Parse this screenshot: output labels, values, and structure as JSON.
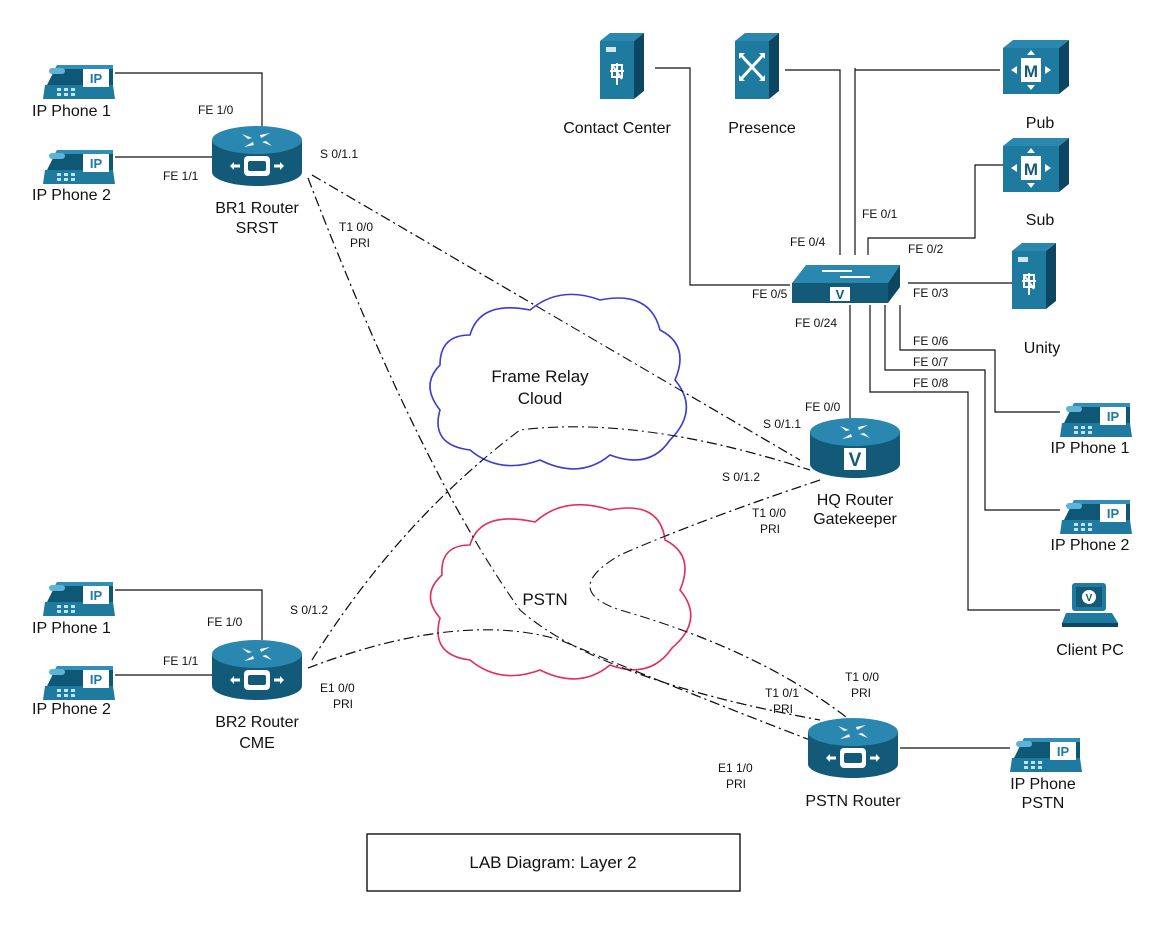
{
  "diagram": {
    "caption": "LAB Diagram: Layer 2",
    "colors": {
      "device": "#1f7aa0",
      "device_dark": "#135a78",
      "frame_relay_outline": "#3b3bd6",
      "pstn_outline": "#e0305a",
      "line": "#111111"
    },
    "clouds": {
      "frame_relay": {
        "line1": "Frame Relay",
        "line2": "Cloud"
      },
      "pstn": {
        "line1": "PSTN"
      }
    },
    "devices": {
      "br1": {
        "line1": "BR1 Router",
        "line2": "SRST",
        "icon": "srst-router-icon"
      },
      "br2": {
        "line1": "BR2 Router",
        "line2": "CME",
        "icon": "cme-router-icon"
      },
      "hq": {
        "line1": "HQ Router",
        "line2": "Gatekeeper",
        "icon": "voice-router-icon"
      },
      "pstn": {
        "line1": "PSTN Router",
        "icon": "srst-router-icon"
      },
      "switch": {
        "icon": "voice-switch-icon"
      },
      "contact_center": {
        "line1": "Contact Center",
        "icon": "server-icon"
      },
      "presence": {
        "line1": "Presence",
        "icon": "presence-server-icon"
      },
      "pub": {
        "line1": "Pub",
        "icon": "callmanager-icon"
      },
      "sub": {
        "line1": "Sub",
        "icon": "callmanager-icon"
      },
      "unity": {
        "line1": "Unity",
        "icon": "server-icon"
      },
      "client_pc": {
        "line1": "Client PC",
        "icon": "pc-icon"
      },
      "br1_phone1": {
        "line1": "IP Phone 1",
        "icon": "ip-phone-icon"
      },
      "br1_phone2": {
        "line1": "IP Phone 2",
        "icon": "ip-phone-icon"
      },
      "br2_phone1": {
        "line1": "IP Phone 1",
        "icon": "ip-phone-icon"
      },
      "br2_phone2": {
        "line1": "IP Phone 2",
        "icon": "ip-phone-icon"
      },
      "hq_phone1": {
        "line1": "IP Phone 1",
        "icon": "ip-phone-icon"
      },
      "hq_phone2": {
        "line1": "IP Phone 2",
        "icon": "ip-phone-icon"
      },
      "pstn_phone": {
        "line1": "IP Phone",
        "line2": "PSTN",
        "icon": "ip-phone-icon"
      }
    },
    "ports": {
      "br1_fe10": "FE 1/0",
      "br1_fe11": "FE 1/1",
      "br1_s011": "S 0/1.1",
      "br1_t100": "T1 0/0",
      "br1_pri": "PRI",
      "br2_fe10": "FE 1/0",
      "br2_fe11": "FE 1/1",
      "br2_s012": "S 0/1.2",
      "br2_e100": "E1 0/0",
      "br2_pri": "PRI",
      "sw_fe01": "FE 0/1",
      "sw_fe02": "FE 0/2",
      "sw_fe03": "FE 0/3",
      "sw_fe04": "FE 0/4",
      "sw_fe05": "FE 0/5",
      "sw_fe06": "FE 0/6",
      "sw_fe07": "FE 0/7",
      "sw_fe08": "FE 0/8",
      "sw_fe024": "FE 0/24",
      "hq_fe00": "FE 0/0",
      "hq_s011": "S 0/1.1",
      "hq_s012": "S 0/1.2",
      "hq_t100": "T1 0/0",
      "hq_pri": "PRI",
      "pstn_t100": "T1 0/0",
      "pstn_pri_a": "PRI",
      "pstn_t101": "T1 0/1",
      "pstn_pri_b": "PRI",
      "pstn_e110": "E1 1/0",
      "pstn_pri_c": "PRI"
    }
  }
}
